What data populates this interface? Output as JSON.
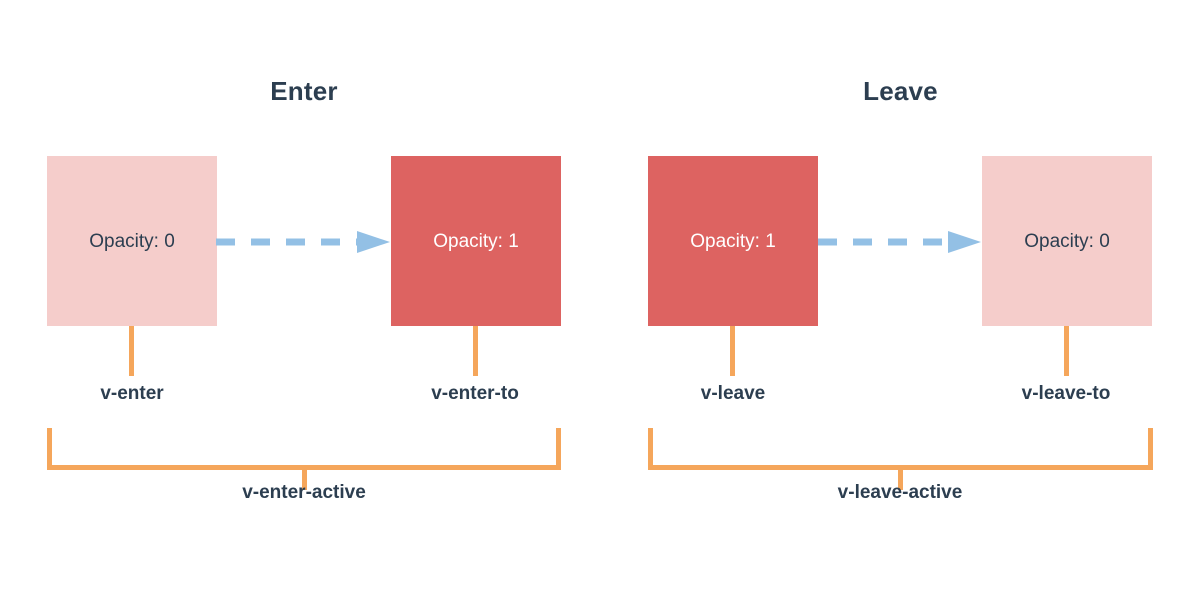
{
  "palette": {
    "background": "#ffffff",
    "box_light": "#f5cdcb",
    "box_solid": "#dd6361",
    "bracket_orange": "#f5a65b",
    "arrow_blue": "#93c0e5",
    "text_navy": "#2c3e50",
    "text_on_solid": "#ffffff"
  },
  "diagram": {
    "enter": {
      "title": "Enter",
      "start_box": {
        "value_text": "Opacity: 0",
        "style": "light",
        "class_label": "v-enter"
      },
      "end_box": {
        "value_text": "Opacity: 1",
        "style": "solid",
        "class_label": "v-enter-to"
      },
      "arrow": {
        "icon": "dashed-arrow-right-icon",
        "direction": "right",
        "dash_count": 5
      },
      "active_label": "v-enter-active"
    },
    "leave": {
      "title": "Leave",
      "start_box": {
        "value_text": "Opacity: 1",
        "style": "solid",
        "class_label": "v-leave"
      },
      "end_box": {
        "value_text": "Opacity: 0",
        "style": "light",
        "class_label": "v-leave-to"
      },
      "arrow": {
        "icon": "dashed-arrow-right-icon",
        "direction": "right",
        "dash_count": 4
      },
      "active_label": "v-leave-active"
    }
  }
}
